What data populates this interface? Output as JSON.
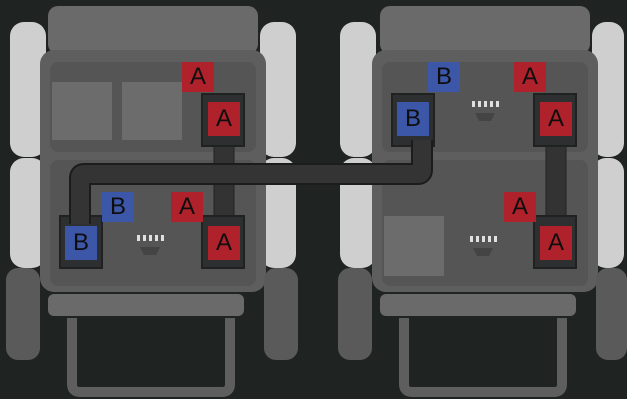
{
  "colors": {
    "background": "#1f2321",
    "chair_body": "#5e5e5e",
    "chair_frame": "#6a6a6a",
    "seat_panel": "#505050",
    "armrest": "#cfcfcf",
    "cable": "#333333",
    "tag_a": "#b0222b",
    "tag_b": "#3c56a8"
  },
  "labels": {
    "left": {
      "top_tag_a": "A",
      "top_port_a": "A",
      "bottom_tag_b": "B",
      "bottom_tag_a": "A",
      "bottom_port_b": "B",
      "bottom_port_a": "A"
    },
    "right": {
      "top_tag_b": "B",
      "top_tag_a": "A",
      "top_port_b": "B",
      "top_port_a": "A",
      "bottom_tag_a": "A",
      "bottom_port_a": "A"
    }
  },
  "icons": {
    "vent": "vent-icon",
    "cable": "cable-connection"
  }
}
